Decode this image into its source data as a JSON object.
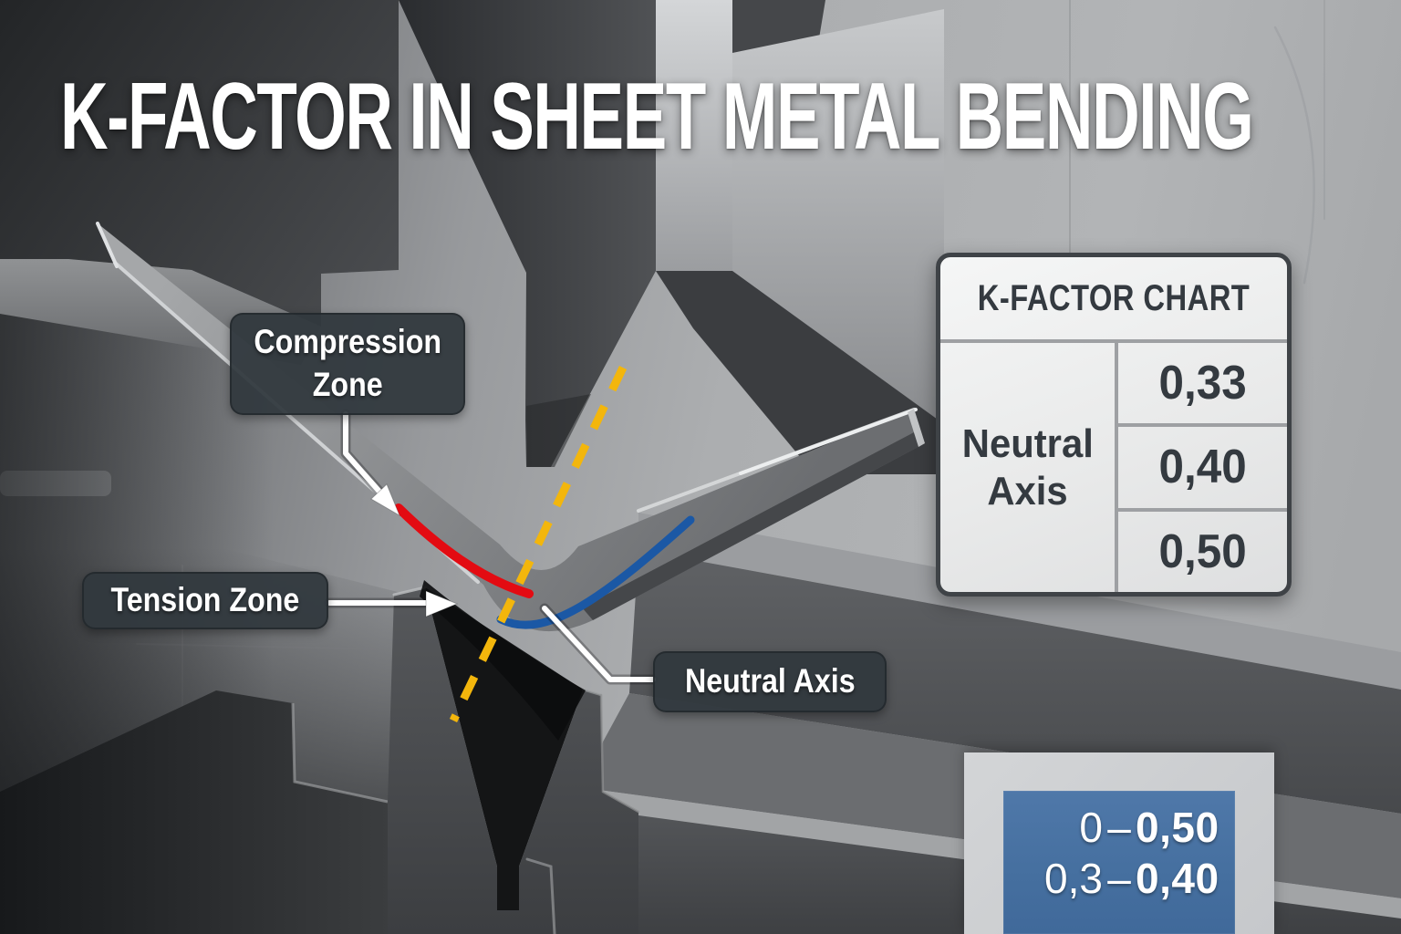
{
  "title": "K-FACTOR IN SHEET METAL BENDING",
  "labels": {
    "compression_line1": "Compression",
    "compression_line2": "Zone",
    "tension": "Tension Zone",
    "neutral": "Neutral Axis"
  },
  "kfactor_chart": {
    "title": "K-FACTOR CHART",
    "row_label_line1": "Neutral",
    "row_label_line2": "Axis",
    "values": [
      "0,33",
      "0,40",
      "0,50"
    ]
  },
  "range_box": {
    "rows": [
      {
        "from": "0",
        "separator": "–",
        "to": "0,50"
      },
      {
        "from": "0,3",
        "separator": "–",
        "to": "0,40"
      }
    ]
  },
  "chart_data": {
    "type": "table",
    "title": "K-FACTOR CHART",
    "row_label": "Neutral Axis",
    "values": [
      0.33,
      0.4,
      0.5
    ],
    "ranges": [
      {
        "min": 0,
        "max": 0.5
      },
      {
        "min": 0.3,
        "max": 0.4
      }
    ]
  },
  "colors": {
    "neutral_axis_line": "#f3b60c",
    "compression_zone_line": "#e30b12",
    "tension_zone_line": "#1b58a5",
    "label_background": "#31383e",
    "range_box_blue": "#4a72a2",
    "panel_background": "#ebecec",
    "title_text": "#ffffff"
  }
}
